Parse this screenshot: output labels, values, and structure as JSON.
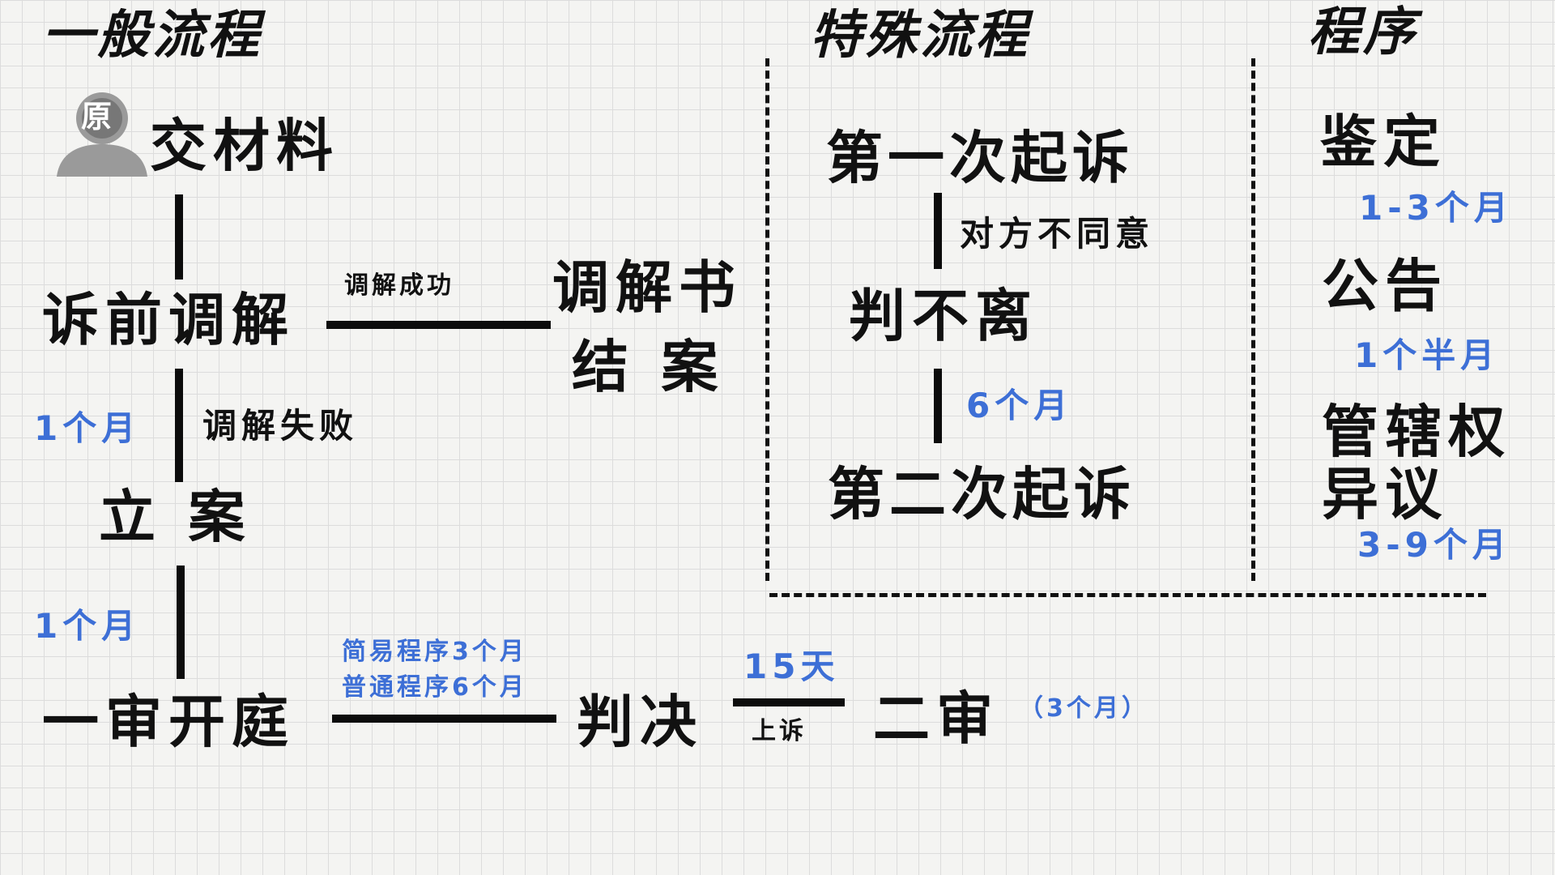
{
  "headers": {
    "general": "一般流程",
    "special": "特殊流程",
    "procedure": "程序"
  },
  "avatar_label": "原",
  "general_flow": {
    "submit_materials": "交材料",
    "pre_litigation_mediation": "诉前调解",
    "mediation_success": "调解成功",
    "mediation_document": "调解书",
    "case_closed": "结  案",
    "mediation_failed": "调解失败",
    "duration_1": "1个月",
    "filing": "立  案",
    "duration_2": "1个月",
    "first_trial": "一审开庭",
    "simple_procedure": "简易程序3个月",
    "ordinary_procedure": "普通程序6个月",
    "judgment": "判决",
    "appeal_days": "15天",
    "appeal": "上诉",
    "second_trial": "二审",
    "second_trial_duration": "（3个月）"
  },
  "special_flow": {
    "first_suit": "第一次起诉",
    "other_party_disagrees": "对方不同意",
    "no_divorce_judgment": "判不离",
    "wait_duration": "6个月",
    "second_suit": "第二次起诉"
  },
  "procedures": [
    {
      "name": "鉴定",
      "duration": "1-3个月"
    },
    {
      "name": "公告",
      "duration": "1个半月"
    },
    {
      "name": "管辖权",
      "name2": "异议",
      "duration": "3-9个月"
    }
  ],
  "colors": {
    "text": "#111111",
    "accent_blue": "#3d6fd6",
    "grid_line": "#dcdcdc",
    "background": "#f4f4f2"
  }
}
